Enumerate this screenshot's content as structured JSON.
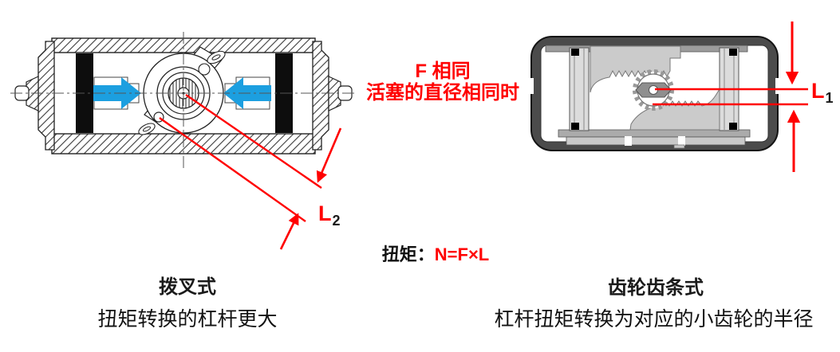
{
  "note": {
    "line1": "F 相同",
    "line2": "活塞的直径相同时"
  },
  "formula": {
    "prefix": "扭矩：",
    "expression": "N=F×L"
  },
  "left_diagram": {
    "name": "scotch-yoke-actuator-cross-section",
    "caption_title": "拨叉式",
    "caption_desc": "扭矩转换的杠杆更大",
    "lever_label": {
      "base": "L",
      "sub": "2"
    }
  },
  "right_diagram": {
    "name": "rack-and-pinion-actuator-cross-section",
    "caption_title": "齿轮齿条式",
    "caption_desc": "杠杆扭矩转换为对应的小齿轮的半径",
    "lever_label": {
      "base": "L",
      "sub": "1"
    }
  },
  "colors": {
    "annotation_red": "#FF0000",
    "piston_arrow_blue": "#1C9FE0",
    "housing_dark": "#4B4B4B",
    "metal_light": "#CBCBCB",
    "seal_black": "#0D0D0D"
  }
}
